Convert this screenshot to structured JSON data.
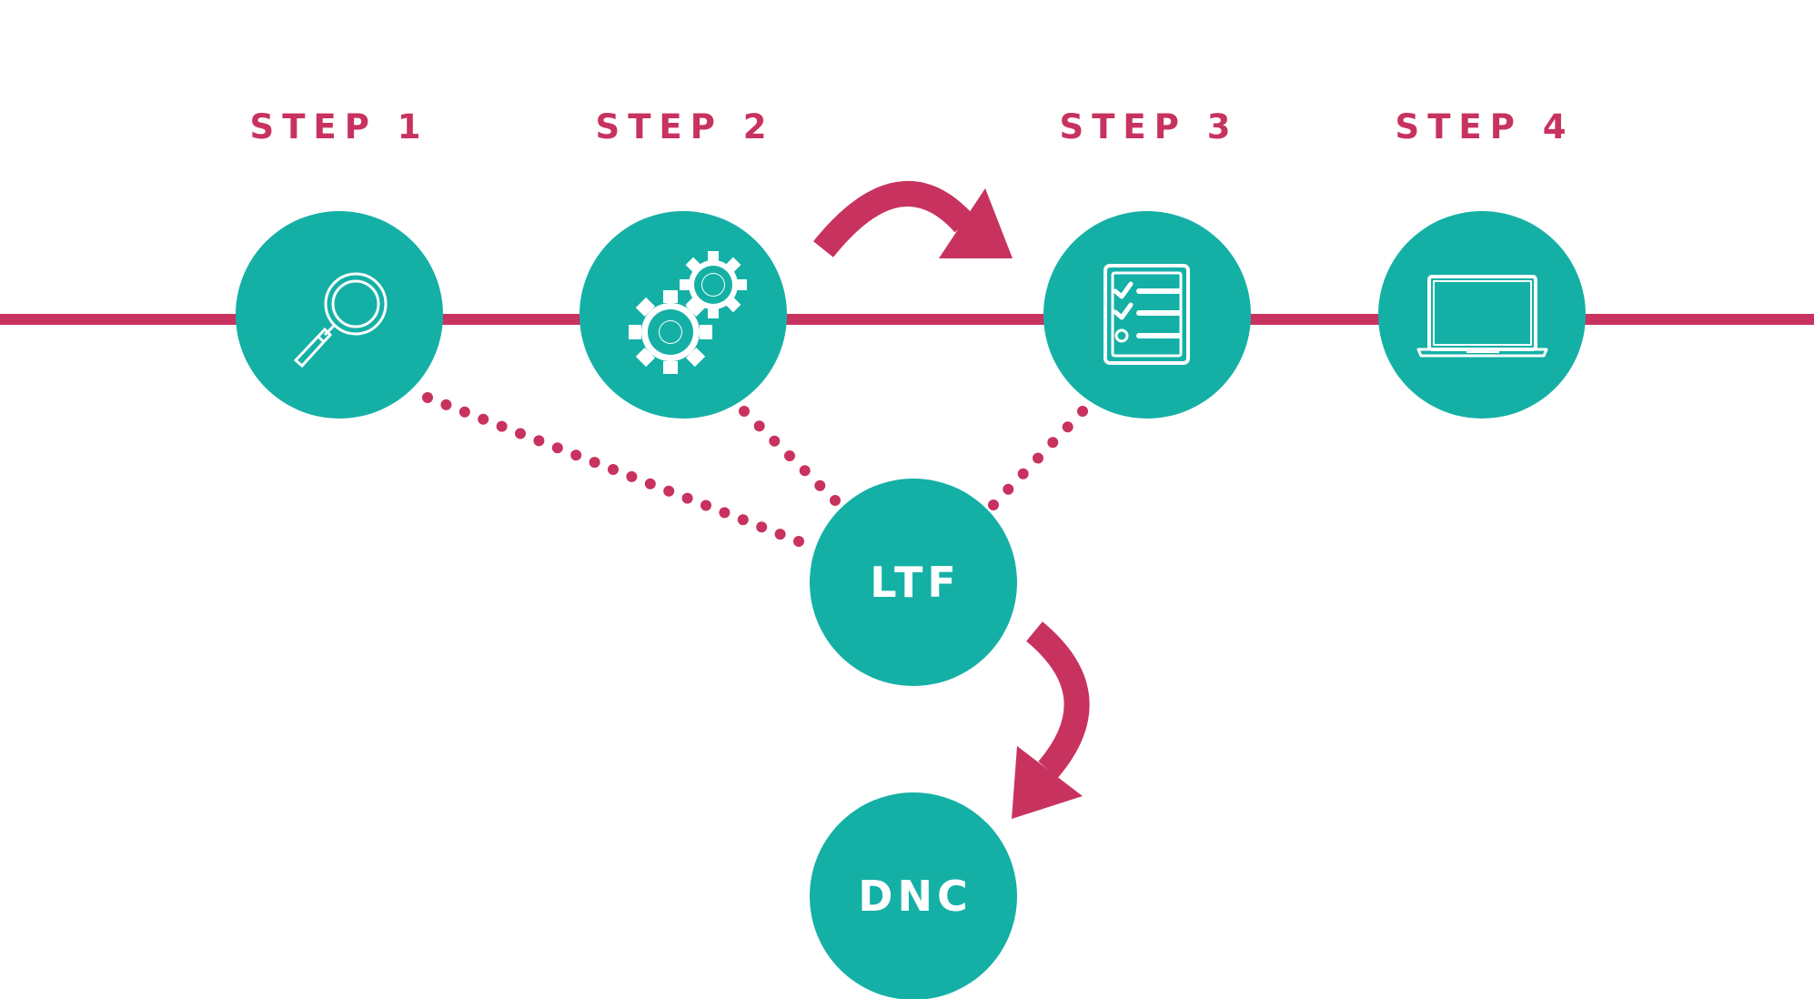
{
  "colors": {
    "accent": "#c8325f",
    "node": "#14b0a6",
    "icon": "#ffffff",
    "background": "#ffffff"
  },
  "steps": [
    {
      "label": "STEP 1",
      "icon": "magnifier-icon"
    },
    {
      "label": "STEP 2",
      "icon": "gears-icon"
    },
    {
      "label": "STEP 3",
      "icon": "checklist-icon"
    },
    {
      "label": "STEP 4",
      "icon": "laptop-icon"
    }
  ],
  "nodes": {
    "ltf": "LTF",
    "dnc": "DNC"
  }
}
